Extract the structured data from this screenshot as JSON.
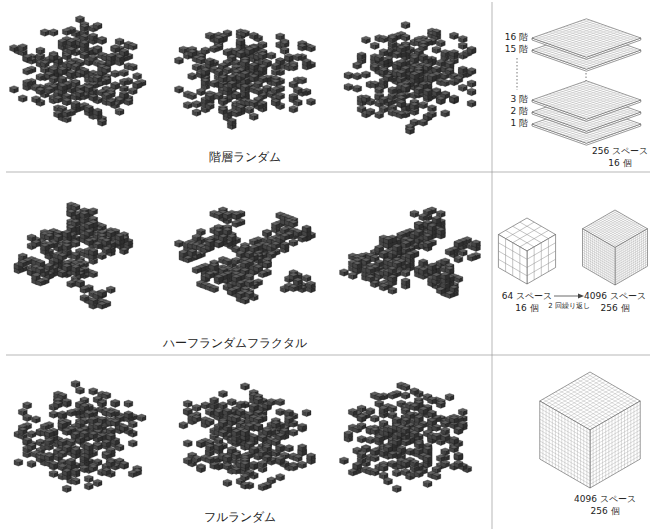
{
  "diagram": {
    "labels": [
      "16 階",
      "15 階",
      "3 階",
      "2 階",
      "1 階",
      "256 スペース",
      "16 個",
      "階層ランダム",
      "64 スペース",
      "16 個",
      "2 回繰り返し",
      "4096 スペース",
      "256 個",
      "ハーフランダムフラクタル",
      "4096 スペース",
      "256 個",
      "フルランダム"
    ]
  }
}
